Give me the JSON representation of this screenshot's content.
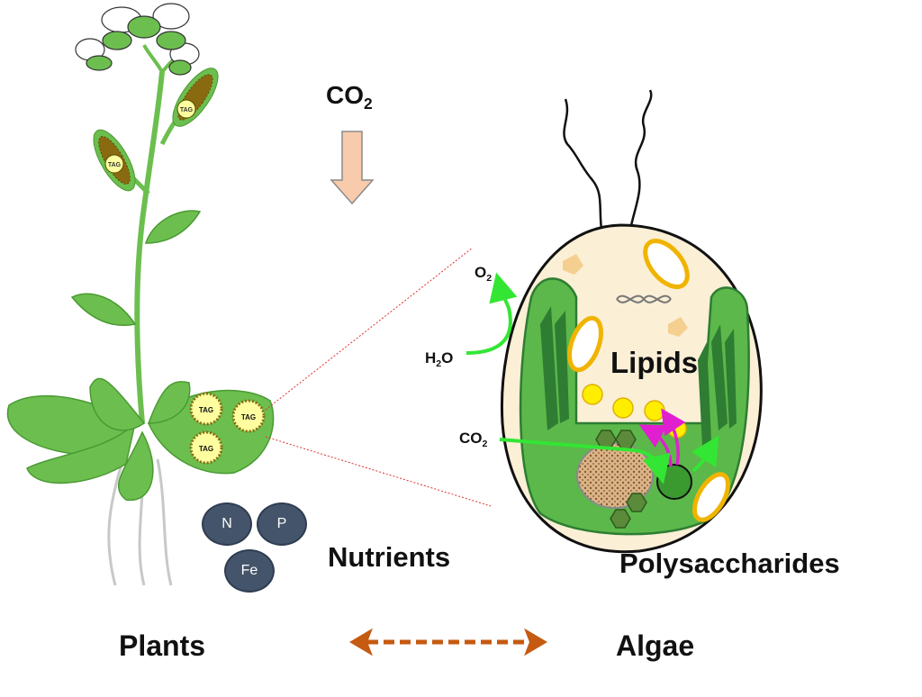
{
  "labels": {
    "co2_top": "CO",
    "co2_top_sub": "2",
    "o2": "O",
    "o2_sub": "2",
    "h2o_pre": "H",
    "h2o_sub": "2",
    "h2o_post": "O",
    "co2_cell": "CO",
    "co2_cell_sub": "2",
    "lipids": "Lipids",
    "polysaccharides": "Polysaccharides",
    "nutrients": "Nutrients",
    "plants": "Plants",
    "algae": "Algae",
    "tag": "TAG"
  },
  "nutrients": [
    "N",
    "P",
    "Fe"
  ],
  "colors": {
    "plant_green": "#6cbf4f",
    "dark_green": "#2e7d32",
    "arrow_green": "#33e633",
    "magenta": "#e020d0",
    "orange_arrow": "#c55a11",
    "co2_arrow_fill": "#f8cbad",
    "cell_fill": "#fbefd6",
    "nutrient_fill": "#44546a",
    "lipid_yellow": "#ffee00"
  }
}
